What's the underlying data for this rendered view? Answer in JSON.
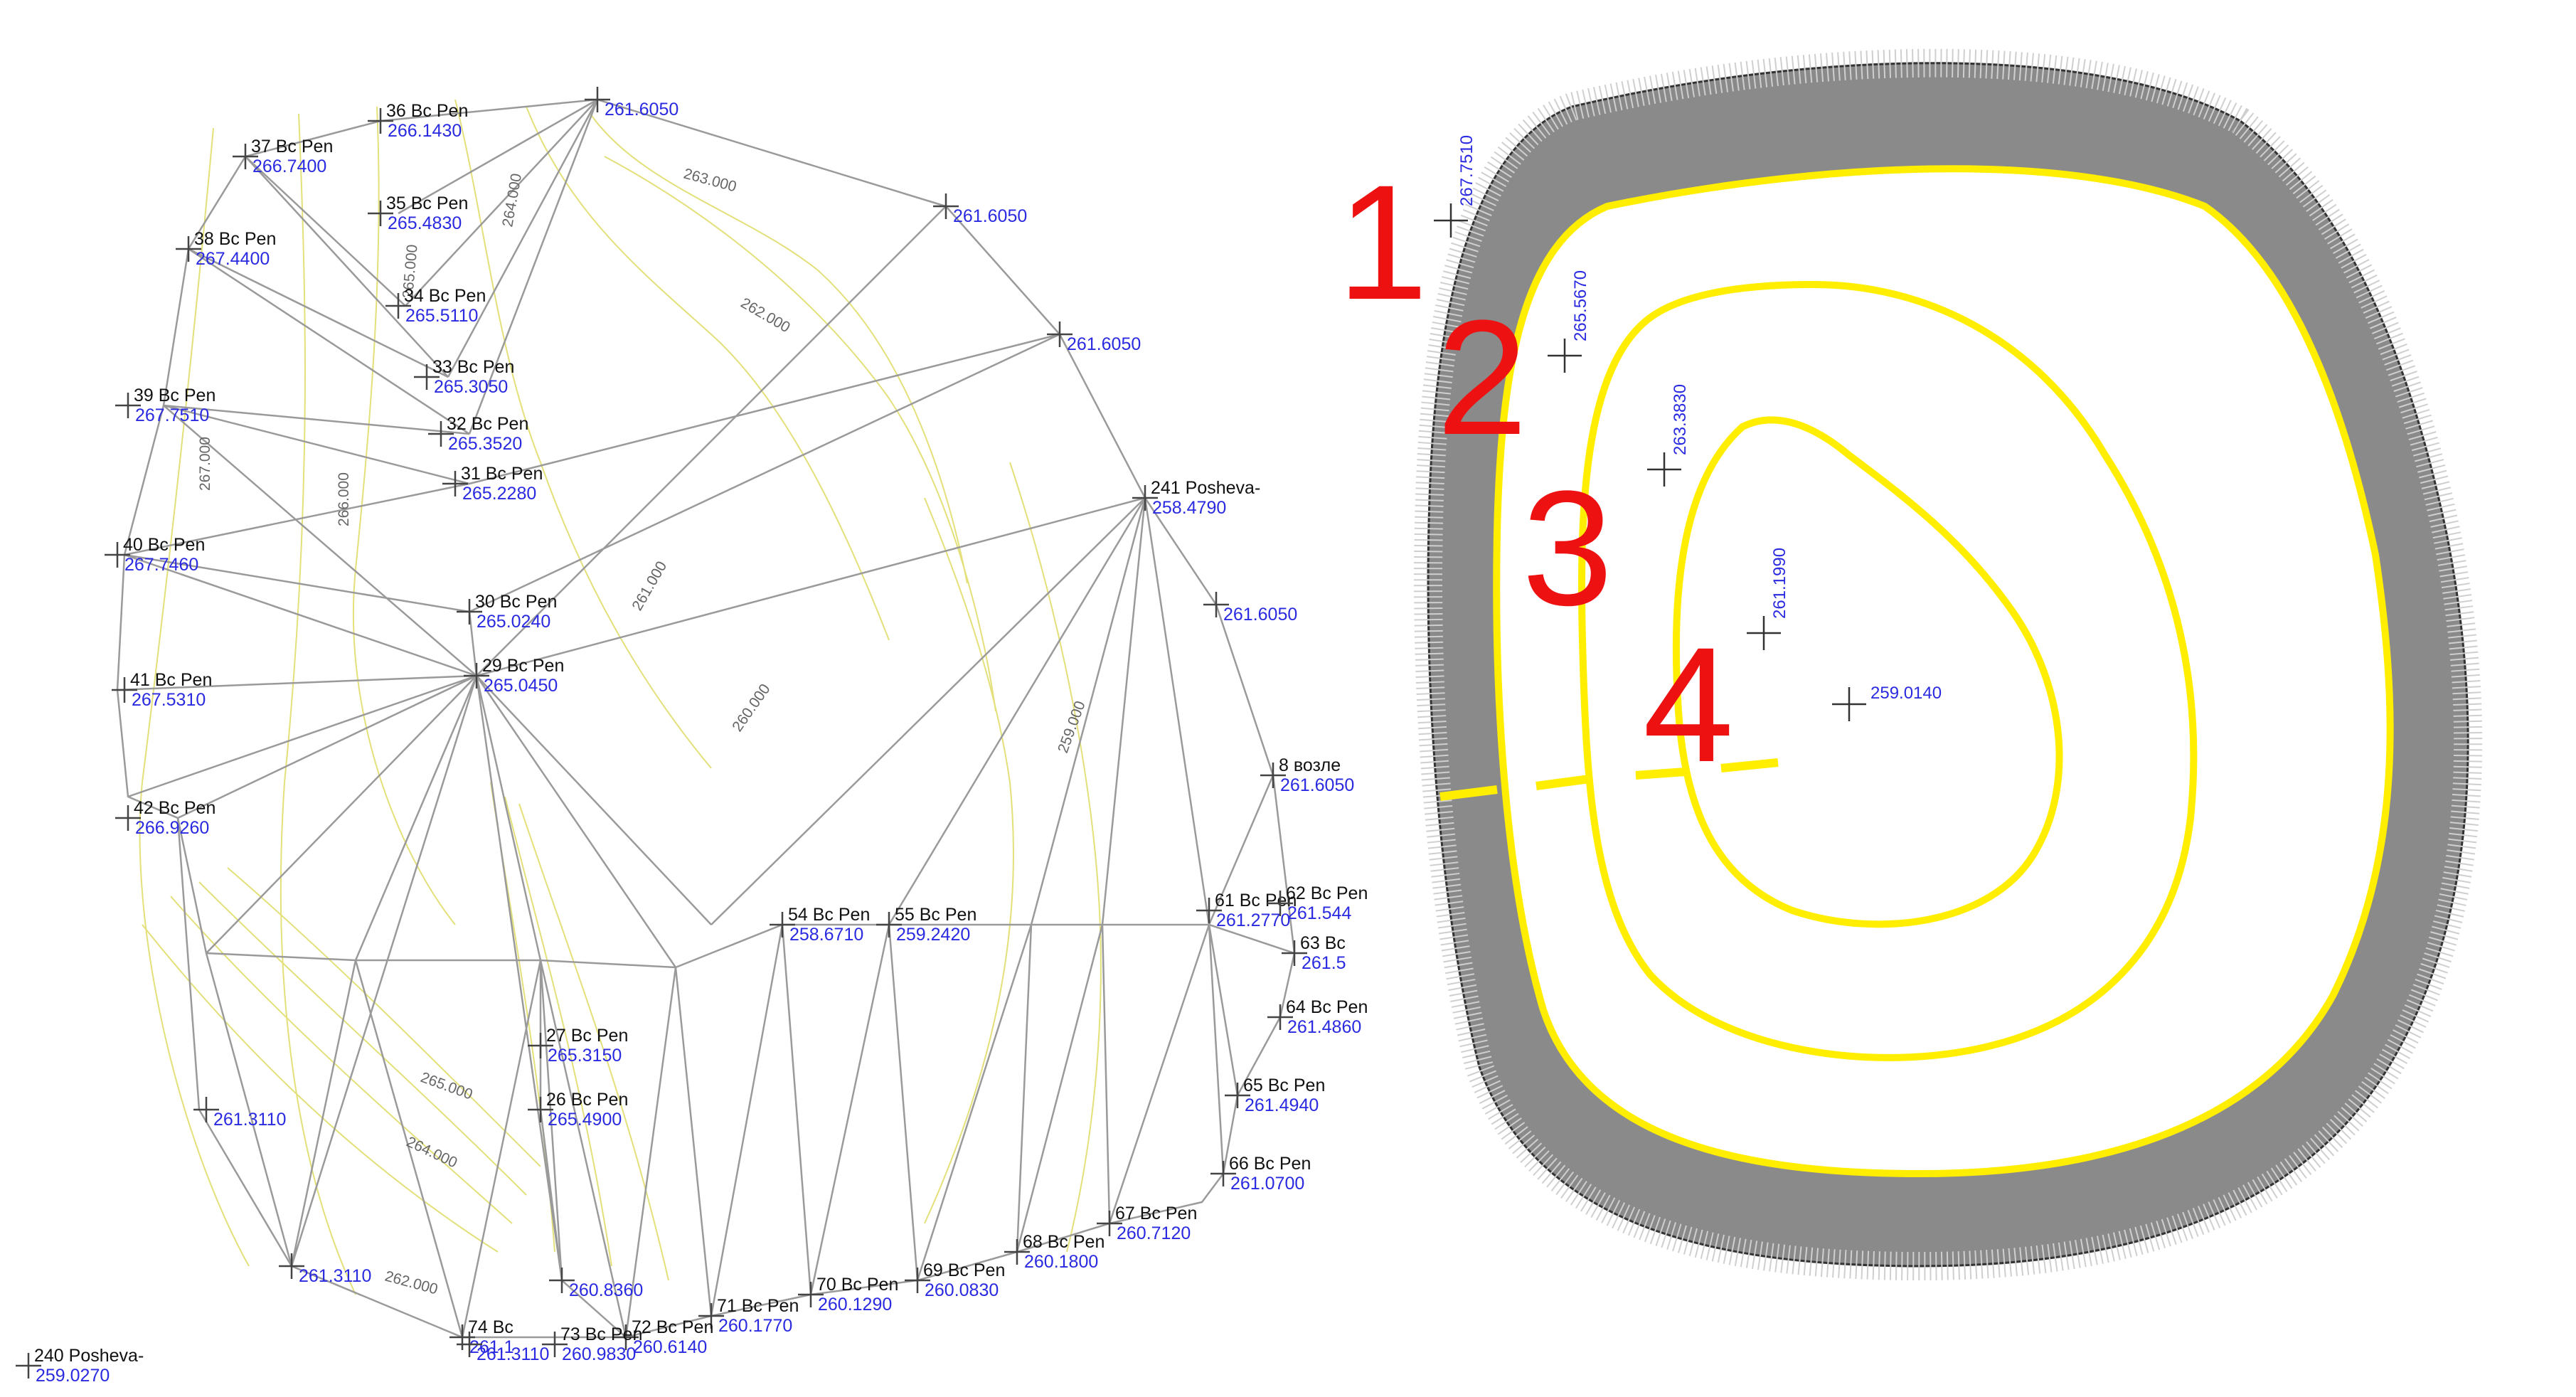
{
  "colors": {
    "tin_edge": "#9a9a9a",
    "contour": "#e3e07a",
    "contour_bold": "#ffee00",
    "label_name": "#111111",
    "label_elev": "#2a2ae0",
    "zone_number": "#ee1111",
    "slope_hatch": "#555555"
  },
  "left_points": [
    {
      "name": "37 Bc Pen",
      "elev": "266.7400"
    },
    {
      "name": "36 Bc Pen",
      "elev": "266.1430"
    },
    {
      "name": "",
      "elev": "261.6050"
    },
    {
      "name": "35 Bc Pen",
      "elev": "265.4830"
    },
    {
      "name": "",
      "elev": "261.6050"
    },
    {
      "name": "38 Bc Pen",
      "elev": "267.4400"
    },
    {
      "name": "34 Bc Pen",
      "elev": "265.5110"
    },
    {
      "name": "",
      "elev": "261.6050"
    },
    {
      "name": "33 Bc Pen",
      "elev": "265.3050"
    },
    {
      "name": "39 Bc Pen",
      "elev": "267.7510"
    },
    {
      "name": "32 Bc Pen",
      "elev": "265.3520"
    },
    {
      "name": "241 Posheva-",
      "elev": "258.4790"
    },
    {
      "name": "31 Bc Pen",
      "elev": "265.2280"
    },
    {
      "name": "40 Bc Pen",
      "elev": "267.7460"
    },
    {
      "name": "30 Bc Pen",
      "elev": "265.0240"
    },
    {
      "name": "",
      "elev": "261.6050"
    },
    {
      "name": "29 Bc Pen",
      "elev": "265.0450"
    },
    {
      "name": "41 Bc Pen",
      "elev": "267.5310"
    },
    {
      "name": "8 возле",
      "elev": "261.6050"
    },
    {
      "name": "42 Bc Pen",
      "elev": "266.9260"
    },
    {
      "name": "54 Bc Pen",
      "elev": "258.6710"
    },
    {
      "name": "55 Bc Pen",
      "elev": "259.2420"
    },
    {
      "name": "61 Bc Pen",
      "elev": "261.2770"
    },
    {
      "name": "62 Bc Pen",
      "elev": "261.544"
    },
    {
      "name": "63 Bc",
      "elev": "261.5"
    },
    {
      "name": "64 Bc Pen",
      "elev": "261.4860"
    },
    {
      "name": "27 Bc Pen",
      "elev": "265.3150"
    },
    {
      "name": "26 Bc Pen",
      "elev": "265.4900"
    },
    {
      "name": "",
      "elev": "261.3110"
    },
    {
      "name": "65 Bc Pen",
      "elev": "261.4940"
    },
    {
      "name": "66 Bc Pen",
      "elev": "261.0700"
    },
    {
      "name": "67 Bc Pen",
      "elev": "260.7120"
    },
    {
      "name": "68 Bc Pen",
      "elev": "260.1800"
    },
    {
      "name": "69 Bc Pen",
      "elev": "260.0830"
    },
    {
      "name": "70 Bc Pen",
      "elev": "260.1290"
    },
    {
      "name": "71 Bc Pen",
      "elev": "260.1770"
    },
    {
      "name": "72 Bc Pen",
      "elev": "260.6140"
    },
    {
      "name": "73 Bc Pen",
      "elev": "260.9830"
    },
    {
      "name": "74 Bc",
      "elev": "261.1"
    },
    {
      "name": "",
      "elev": "261.3110"
    },
    {
      "name": "",
      "elev": "261.3110"
    },
    {
      "name": "",
      "elev": "260.8360"
    },
    {
      "name": "240 Posheva-",
      "elev": "259.0270"
    }
  ],
  "left_contour_labels": [
    "267.000",
    "266.000",
    "265.000",
    "264.000",
    "263.000",
    "262.000",
    "261.000",
    "260.000",
    "259.000",
    "265.000",
    "264.000",
    "262.000"
  ],
  "right_points": [
    {
      "elev": "267.7510"
    },
    {
      "elev": "265.5670"
    },
    {
      "elev": "263.3830"
    },
    {
      "elev": "261.1990"
    },
    {
      "elev": "259.0140"
    }
  ],
  "zone_numbers": [
    "1",
    "2",
    "3",
    "4"
  ]
}
